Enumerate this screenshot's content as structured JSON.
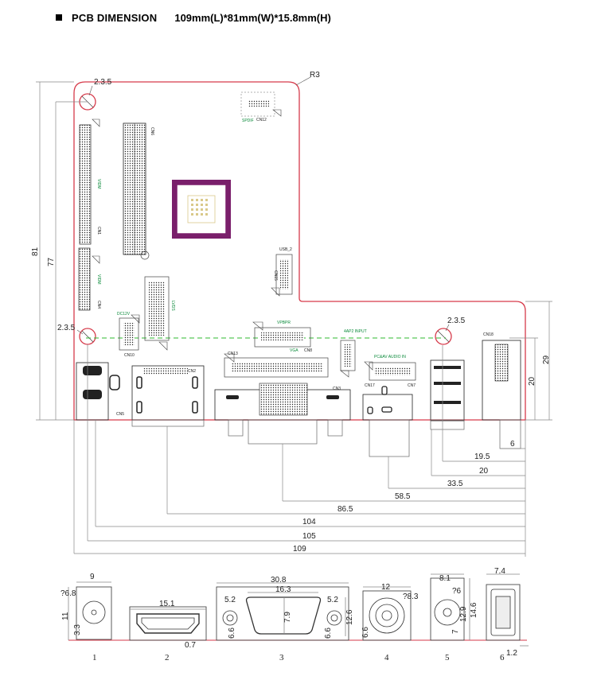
{
  "header": {
    "title": "PCB DIMENSION",
    "spec": "109mm(L)*81mm(W)*15.8mm(H)"
  },
  "board": {
    "corner_radius_label": "R3",
    "hole_labels": [
      "2.3.5",
      "2.3.5",
      "2.3.5"
    ],
    "height_labels": [
      "81",
      "77"
    ],
    "right_height_labels": [
      "29",
      "20"
    ],
    "connector_labels": [
      "CN18",
      "4AP2 INPUT",
      "PC&AV AUDIO IN",
      "USB_2",
      "VGA",
      "VPBPR",
      "CN13",
      "CN6",
      "DC12V",
      "CN3",
      "CN17",
      "CN7",
      "CN2",
      "CN5",
      "CN10",
      "CN8",
      "CN1",
      "CN15",
      "CN12",
      "SPDIF",
      "KEYBR",
      "CN4",
      "VIDM",
      "LVDS"
    ]
  },
  "bottom_dims": [
    "6",
    "19.5",
    "20",
    "33.5",
    "58.5",
    "86.5",
    "104",
    "105",
    "109"
  ],
  "connectors_front": {
    "items": [
      {
        "num": "1",
        "labels": [
          "9",
          "?6.8",
          "11",
          "3.3"
        ]
      },
      {
        "num": "2",
        "labels": [
          "15.1",
          "0.7"
        ]
      },
      {
        "num": "3",
        "labels": [
          "30.8",
          "16.3",
          "5.2",
          "5.2",
          "7.9",
          "12.6",
          "6.6",
          "6.6"
        ]
      },
      {
        "num": "4",
        "labels": [
          "12",
          "?8.3",
          "6.6"
        ]
      },
      {
        "num": "5",
        "labels": [
          "8.1",
          "?6",
          "12.9",
          "14.6",
          "7"
        ]
      },
      {
        "num": "6",
        "labels": [
          "7.4",
          "1.2"
        ]
      }
    ]
  },
  "colors": {
    "outline": "#d63a4a",
    "dim_line": "#888888",
    "green_dash": "#2fb82f",
    "chip": "#7a1f6b"
  }
}
